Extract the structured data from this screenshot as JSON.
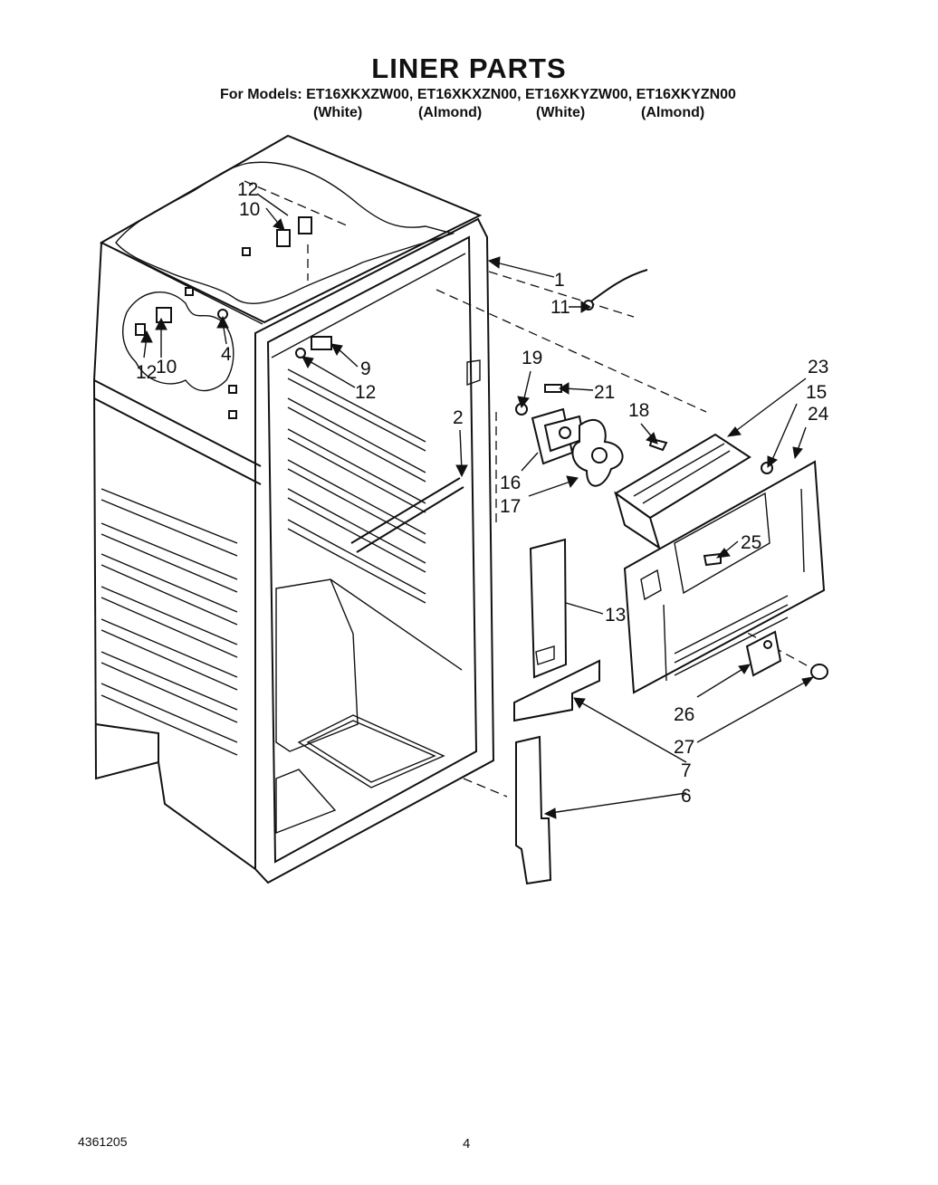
{
  "header": {
    "title": "LINER PARTS",
    "models_line": "For Models: ET16XKXZW00, ET16XKXZN00, ET16XKYZW00,  ET16XKYZN00",
    "colors": [
      "(White)",
      "(Almond)",
      "(White)",
      "(Almond)"
    ]
  },
  "callouts": {
    "c1": "1",
    "c2": "2",
    "c4": "4",
    "c6": "6",
    "c7": "7",
    "c9": "9",
    "c10a": "10",
    "c10b": "10",
    "c11": "11",
    "c12a": "12",
    "c12b": "12",
    "c12c": "12",
    "c13": "13",
    "c15": "15",
    "c16": "16",
    "c17": "17",
    "c18": "18",
    "c19": "19",
    "c21": "21",
    "c23": "23",
    "c24": "24",
    "c25": "25",
    "c26": "26",
    "c27": "27"
  },
  "footer": {
    "doc_number": "4361205",
    "page_number": "4"
  }
}
